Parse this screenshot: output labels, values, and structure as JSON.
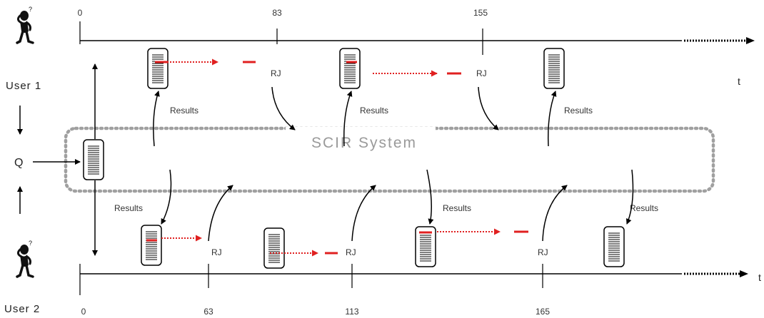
{
  "title": "SCIR System",
  "users": {
    "top": "User 1",
    "bottom": "User 2"
  },
  "query_label": "Q",
  "axis_label": "t",
  "timeline_top": {
    "ticks": [
      "0",
      "83",
      "155"
    ]
  },
  "timeline_bottom": {
    "ticks": [
      "0",
      "63",
      "113",
      "165"
    ]
  },
  "results_label": "Results",
  "relevance_label": "RJ",
  "colors": {
    "feedback": "#e02020",
    "system_border": "#a0a0a0",
    "line": "#000000"
  },
  "icons": {
    "user": "thinking-person-icon",
    "document": "result-list-icon"
  }
}
